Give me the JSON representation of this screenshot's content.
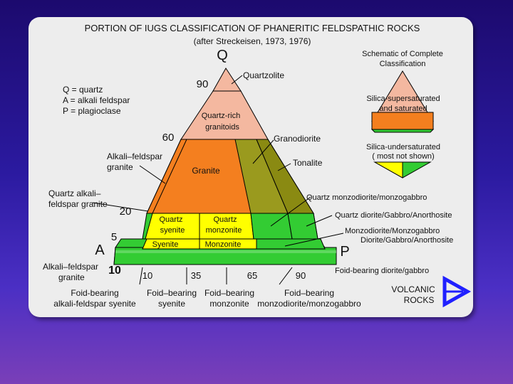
{
  "title_line1": "PORTION OF IUGS CLASSIFICATION OF PHANERITIC FELDSPATHIC ROCKS",
  "title_line2": "(after Streckeisen, 1973, 1976)",
  "apex_q": "Q",
  "apex_a": "A",
  "apex_p": "P",
  "legend": {
    "q": "Q = quartz",
    "a": "A = alkali feldspar",
    "p": "P = plagioclase"
  },
  "schematic": {
    "title_line1": "Schematic of Complete",
    "title_line2": "Classification",
    "upper_line1": "Silica-supersaturated",
    "upper_line2": "and saturated",
    "lower_line1": "Silica-undersaturated",
    "lower_line2": "( most not shown)"
  },
  "numbers": {
    "n90": "90",
    "n60": "60",
    "n20": "20",
    "n5": "5",
    "b10": "10",
    "b35": "35",
    "b65": "65",
    "b90": "90",
    "side10": "10"
  },
  "fields": {
    "quartz_rich_line1": "Quartz-rich",
    "quartz_rich_line2": "granitoids",
    "granite": "Granite",
    "quartz_syenite_line1": "Quartz",
    "quartz_syenite_line2": "syenite",
    "quartz_monzonite_line1": "Quartz",
    "quartz_monzonite_line2": "monzonite",
    "syenite": "Syenite",
    "monzonite": "Monzonite"
  },
  "callouts": {
    "quartzolite": "Quartzolite",
    "granodiorite": "Granodiorite",
    "tonalite": "Tonalite",
    "alkali_granite_line1": "Alkali–feldspar",
    "alkali_granite_line2": "granite",
    "quartz_alkali_line1": "Quartz alkali–",
    "quartz_alkali_line2": "feldspar granite",
    "qmonzodiorite": "Quartz monzodiorite/monzogabbro",
    "qdiorite": "Quartz diorite/Gabbro/Anorthosite",
    "monzodiorite_line1": "Monzodiorite/Monzogabbro",
    "monzodiorite_line2": "Diorite/Gabbro/Anorthosite",
    "foid_diorite": "Foid-bearing diorite/gabbro",
    "alkali_syenite_line1": "Alkali–feldspar",
    "alkali_syenite_line2": "granite",
    "foid_alkali_line1": "Foid-bearing",
    "foid_alkali_line2": "alkali-feldspar syenite",
    "foid_syenite_line1": "Foid–bearing",
    "foid_syenite_line2": "syenite",
    "foid_monzonite_line1": "Foid–bearing",
    "foid_monzonite_line2": "monzonite",
    "foid_monzodiorite_line1": "Foid–bearing",
    "foid_monzodiorite_line2": "monzodiorite/monzogabbro"
  },
  "volcanic_line1": "VOLCANIC",
  "volcanic_line2": "ROCKS",
  "colors": {
    "background": "#2b1aa0",
    "card": "#ededed",
    "quartzolite": "#f4b8a0",
    "granitoid_orange": "#f47f1f",
    "granodiorite_olive": "#9a9a1e",
    "tonalite_olive": "#8a8a12",
    "yellow": "#ffff00",
    "green": "#33cc33",
    "green_dark": "#1e8e1e",
    "green_light": "#7ee07e",
    "arrow_blue": "#2020ff"
  }
}
